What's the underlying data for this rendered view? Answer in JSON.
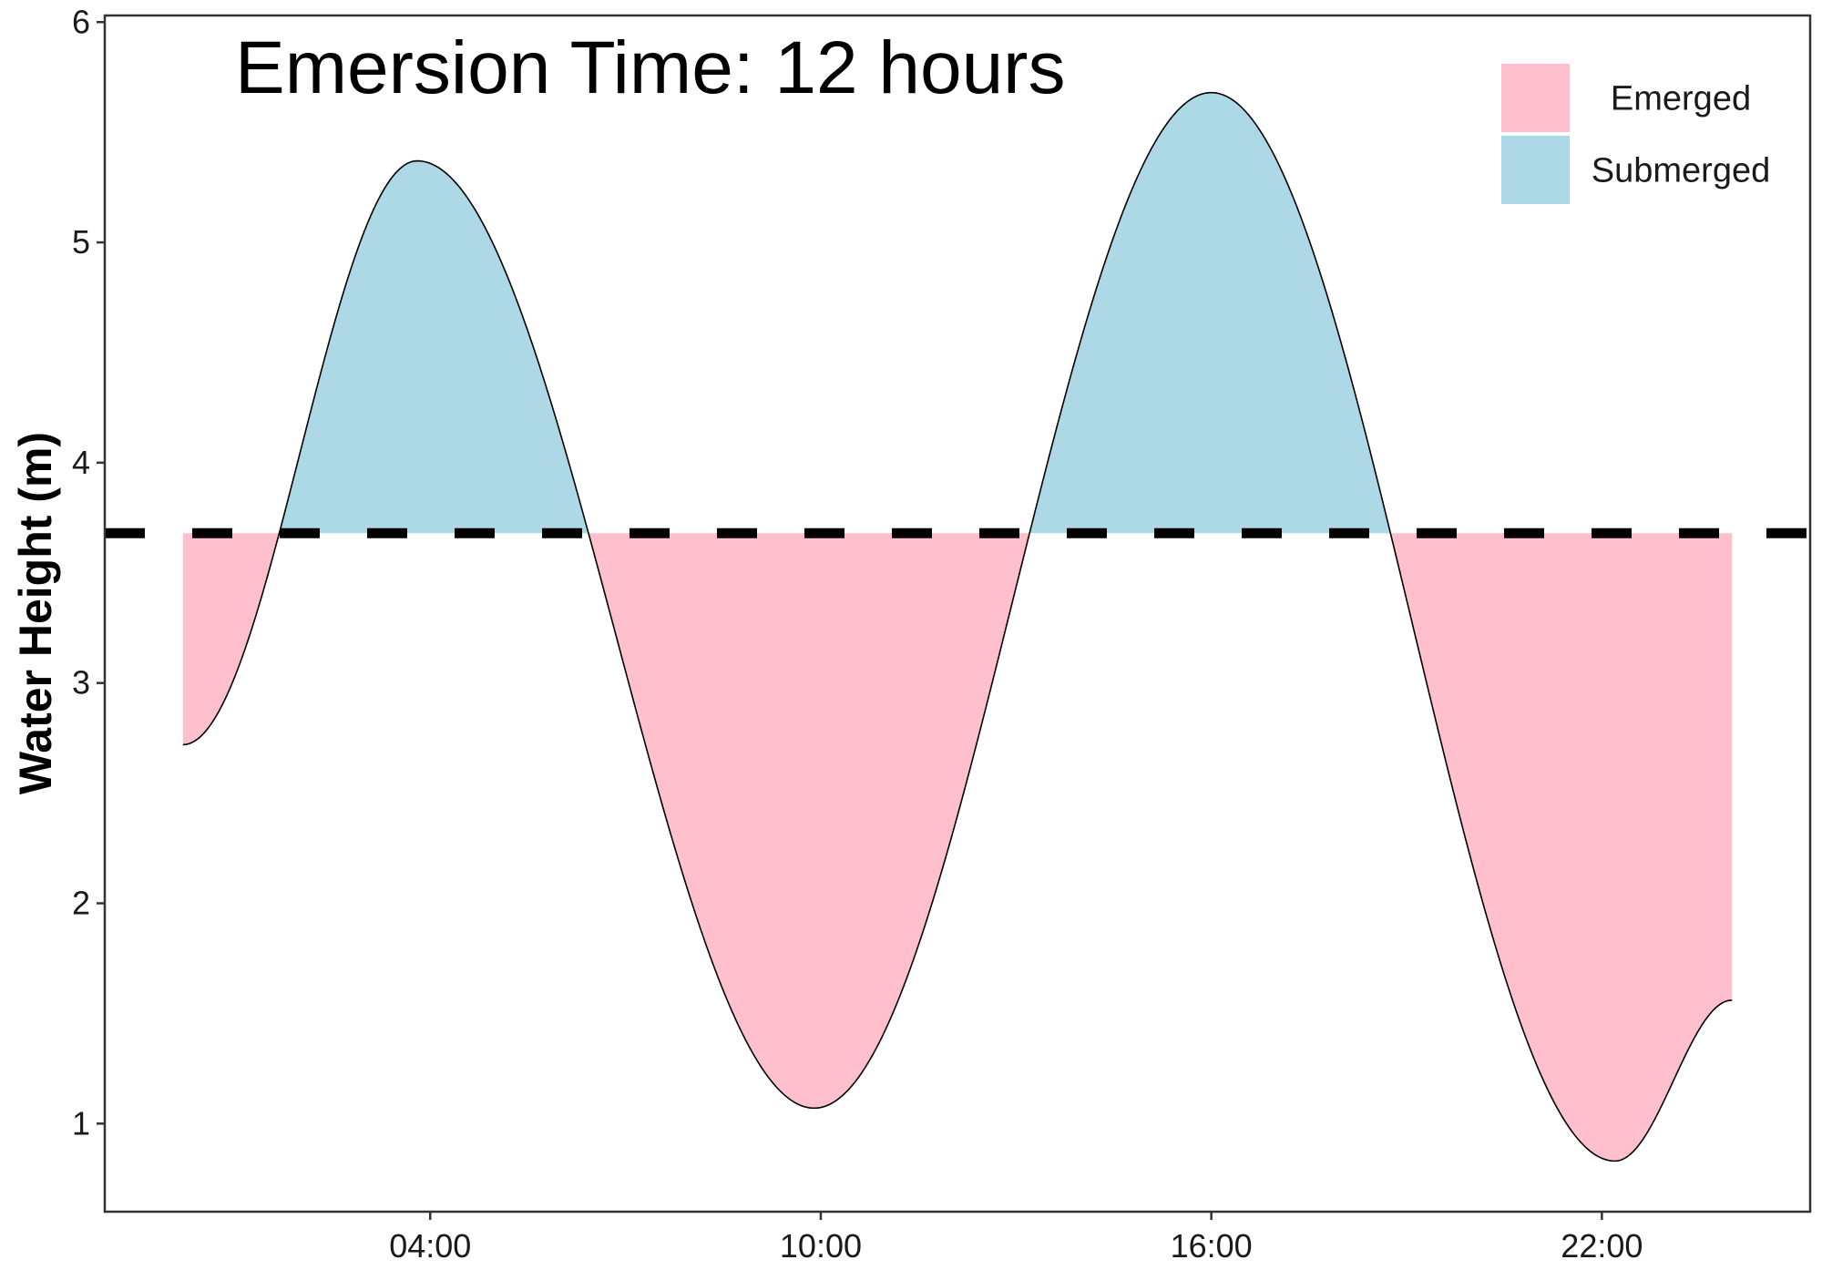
{
  "chart_data": {
    "type": "area",
    "title": "Emersion Time: 12 hours",
    "xlabel": "",
    "ylabel": "Water Height (m)",
    "x_unit": "hours",
    "xlim": [
      -1.0,
      25.2
    ],
    "ylim": [
      0.6,
      6.03
    ],
    "x_ticks": [
      {
        "value": 4,
        "label": "04:00"
      },
      {
        "value": 10,
        "label": "10:00"
      },
      {
        "value": 16,
        "label": "16:00"
      },
      {
        "value": 22,
        "label": "22:00"
      }
    ],
    "y_ticks": [
      {
        "value": 1,
        "label": "1"
      },
      {
        "value": 2,
        "label": "2"
      },
      {
        "value": 3,
        "label": "3"
      },
      {
        "value": 4,
        "label": "4"
      },
      {
        "value": 5,
        "label": "5"
      },
      {
        "value": 6,
        "label": "6"
      }
    ],
    "threshold": {
      "value": 3.68,
      "style": "dashed"
    },
    "tide_curve": {
      "x": [
        0.2,
        3.8,
        9.9,
        16.0,
        22.2,
        24.0
      ],
      "y": [
        2.72,
        5.37,
        1.07,
        5.68,
        0.83,
        1.56
      ]
    },
    "legend": {
      "position": "top-right",
      "entries": [
        {
          "name": "Emerged",
          "color": "#FFBFCC"
        },
        {
          "name": "Submerged",
          "color": "#ADD8E6"
        }
      ]
    },
    "grid": false
  }
}
